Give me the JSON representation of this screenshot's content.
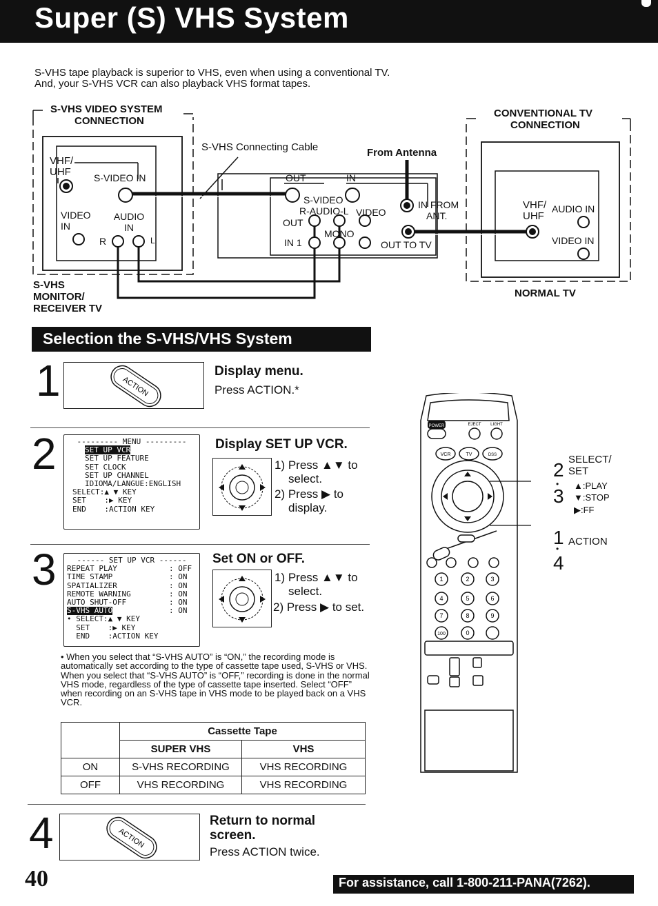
{
  "header": {
    "title": "Super (S) VHS System"
  },
  "intro": {
    "line1": "S-VHS tape playback is superior to VHS, even when using a conventional TV.",
    "line2": "And, your S-VHS VCR can also playback VHS format tapes."
  },
  "diagram": {
    "svhs_heading1": "S-VHS VIDEO SYSTEM",
    "svhs_heading2": "CONNECTION",
    "conv_heading1": "CONVENTIONAL TV",
    "conv_heading2": "CONNECTION",
    "cable_label": "S-VHS Connecting Cable",
    "antenna_label": "From Antenna",
    "vhf_uhf": "VHF/ UHF",
    "s_video_in": "S-VIDEO IN",
    "video_in": "VIDEO IN",
    "audio_in": "AUDIO IN",
    "r": "R",
    "l": "L",
    "out": "OUT",
    "in": "IN",
    "s_video": "S-VIDEO",
    "r_audio_l": "R-AUDIO-L",
    "video": "VIDEO",
    "out_short": "OUT",
    "mono": "MONO",
    "in1": "IN 1",
    "in_from": "IN FROM",
    "ant": "ANT.",
    "out_to_tv": "OUT TO TV",
    "tv_vhf_uhf": "VHF/ UHF",
    "tv_audio_in": "AUDIO IN",
    "tv_video_in": "VIDEO IN",
    "svhs_tv1": "S-VHS",
    "svhs_tv2": "MONITOR/",
    "svhs_tv3": "RECEIVER TV",
    "normal_tv": "NORMAL TV"
  },
  "section": {
    "title": "Selection the S-VHS/VHS System"
  },
  "steps": {
    "s1": {
      "num": "1",
      "title": "Display menu.",
      "text": "Press ACTION.*",
      "button": "ACTION"
    },
    "s2": {
      "num": "2",
      "title": "Display SET UP VCR.",
      "t1": "1) Press ▲▼ to",
      "t1b": "select.",
      "t2": "2) Press ▶ to",
      "t2b": "display."
    },
    "s3": {
      "num": "3",
      "title": "Set ON or OFF.",
      "t1": "1) Press ▲▼ to",
      "t1b": "select.",
      "t2": "2) Press ▶ to set."
    },
    "s4": {
      "num": "4",
      "title": "Return to normal",
      "title2": "screen.",
      "text": "Press ACTION twice.",
      "button": "ACTION"
    }
  },
  "menu": {
    "header": "--------- MENU ---------",
    "sel": "SET UP VCR",
    "items": [
      "SET UP FEATURE",
      "SET CLOCK",
      "SET UP CHANNEL",
      "IDIOMA/LANGUE:ENGLISH"
    ],
    "keys": [
      "SELECT:▲ ▼ KEY",
      "SET    :▶ KEY",
      "END    :ACTION KEY"
    ]
  },
  "setup": {
    "header": "------ SET UP VCR ------",
    "rows": [
      {
        "label": "REPEAT PLAY",
        "val": ": OFF"
      },
      {
        "label": "TIME STAMP",
        "val": ": ON"
      },
      {
        "label": "SPATIALIZER",
        "val": ": ON"
      },
      {
        "label": "REMOTE WARNING",
        "val": ": ON"
      },
      {
        "label": "AUTO SHUT-OFF",
        "val": ": ON"
      },
      {
        "label": "S-VHS AUTO",
        "val": ": ON"
      }
    ],
    "keys": [
      "• SELECT:▲ ▼ KEY",
      "  SET    :▶ KEY",
      "  END    :ACTION KEY"
    ]
  },
  "note": "• When you select that “S-VHS AUTO” is “ON,” the recording mode is automatically set according to the type of cassette tape used, S-VHS or VHS. When you select that “S-VHS AUTO” is “OFF,” recording is done in the normal VHS mode, regardless of the type of cassette tape inserted. Select “OFF” when recording on an S-VHS tape in VHS mode to be played back on a VHS VCR.",
  "table": {
    "caption": "Cassette Tape",
    "columns": [
      "SUPER VHS",
      "VHS"
    ],
    "rows": [
      {
        "label": "ON",
        "cells": [
          "S-VHS RECORDING",
          "VHS RECORDING"
        ]
      },
      {
        "label": "OFF",
        "cells": [
          "VHS RECORDING",
          "VHS RECORDING"
        ]
      }
    ]
  },
  "remote": {
    "select_label": "SELECT/",
    "set_label": "SET",
    "n2": "2",
    "n3": "3",
    "play": "▲:PLAY",
    "stop": "▼:STOP",
    "ff": "▶:FF",
    "n1": "1",
    "n4": "4",
    "action": "ACTION",
    "power": "POWER",
    "eject": "EJECT",
    "light": "LIGHT",
    "vcr": "VCR",
    "tv": "TV",
    "dss": "DSS",
    "digits": [
      "1",
      "2",
      "3",
      "4",
      "5",
      "6",
      "7",
      "8",
      "9",
      "100",
      "0"
    ]
  },
  "footer": {
    "page": "40",
    "assist": "For assistance, call 1-800-211-PANA(7262)."
  }
}
